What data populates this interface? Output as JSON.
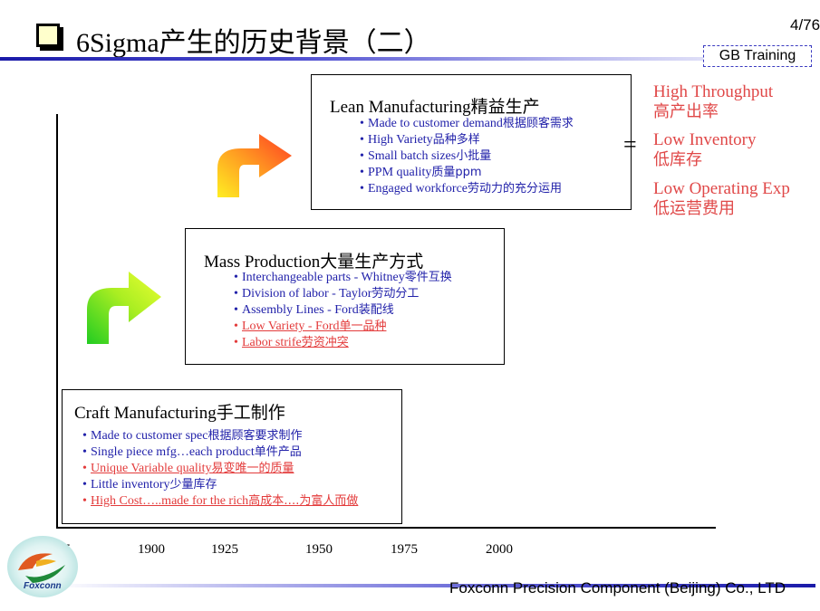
{
  "header": {
    "title": "6Sigma产生的历史背景（二）",
    "page_number": "4/76",
    "badge": "GB Training"
  },
  "timeline": {
    "years": [
      "1875",
      "1900",
      "1925",
      "1950",
      "1975",
      "2000"
    ]
  },
  "craft": {
    "title": "Craft Manufacturing手工制作",
    "items": [
      {
        "en": "Made to customer spec",
        "cn": "根据顾客要求制作",
        "red": false
      },
      {
        "en": "Single piece mfg…each product",
        "cn": "单件产品",
        "red": false
      },
      {
        "en": "Unique Variable quality",
        "cn": "易变唯一的质量",
        "red": true
      },
      {
        "en": "Little inventory",
        "cn": "少量库存",
        "red": false
      },
      {
        "en": "High Cost…..made for the rich",
        "cn": "高成本….为富人而做",
        "red": true
      }
    ]
  },
  "mass": {
    "title": "Mass Production大量生产方式",
    "items": [
      {
        "en": "Interchangeable parts - Whitney",
        "cn": "零件互换",
        "red": false
      },
      {
        "en": "Division of labor - Taylor",
        "cn": "劳动分工",
        "red": false
      },
      {
        "en": "Assembly Lines - Ford",
        "cn": "装配线",
        "red": false
      },
      {
        "en": "Low Variety - Ford",
        "cn": "单一品种",
        "red": true
      },
      {
        "en": "Labor strife",
        "cn": "劳资冲突",
        "red": true
      }
    ]
  },
  "lean": {
    "title": "Lean Manufacturing精益生产",
    "items": [
      {
        "en": "Made to customer demand",
        "cn": "根据顾客需求",
        "red": false
      },
      {
        "en": "High Variety",
        "cn": "品种多样",
        "red": false
      },
      {
        "en": "Small batch sizes",
        "cn": "小批量",
        "red": false
      },
      {
        "en": "PPM quality",
        "cn": "质量ppm",
        "red": false
      },
      {
        "en": "Engaged workforce",
        "cn": "劳动力的充分运用",
        "red": false
      }
    ]
  },
  "equals_sign": "=",
  "benefits": [
    {
      "en": "High Throughput",
      "cn": "高产出率"
    },
    {
      "en": "Low Inventory",
      "cn": "低库存"
    },
    {
      "en": "Low Operating Exp",
      "cn": "低运营费用"
    }
  ],
  "footer": {
    "company": "Foxconn Precision Component (Beijing) Co., LTD",
    "logo_text": "Foxconn"
  },
  "colors": {
    "item_blue": "#2222aa",
    "item_red": "#e33b3b",
    "benefit_red": "#e04848"
  }
}
